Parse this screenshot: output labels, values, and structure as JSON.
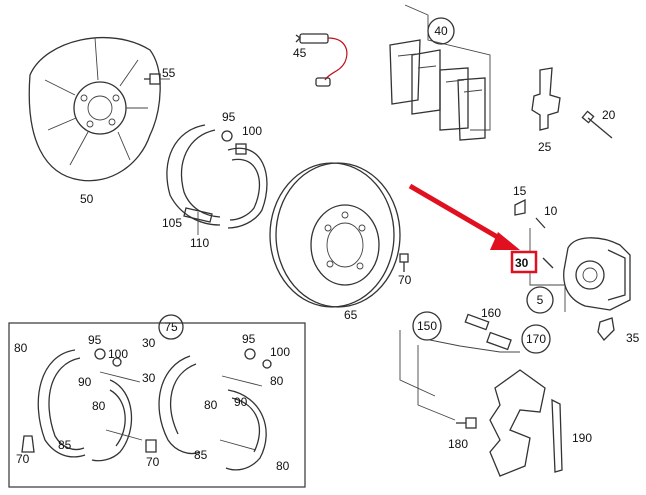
{
  "callouts": {
    "c45": "45",
    "c40": "40",
    "c55": "55",
    "c95a": "95",
    "c100a": "100",
    "c20": "20",
    "c25": "25",
    "c50": "50",
    "c15": "15",
    "c10": "10",
    "c105": "105",
    "c110": "110",
    "c30": "30",
    "c70a": "70",
    "c5": "5",
    "c65": "65",
    "c35": "35",
    "c160": "160",
    "c150": "150",
    "c170": "170",
    "c180": "180",
    "c190": "190",
    "c75": "75",
    "k80a": "80",
    "k95a": "95",
    "k100a": "100",
    "k30a": "30",
    "k30b": "30",
    "k95b": "95",
    "k100b": "100",
    "k80b": "80",
    "k90a": "90",
    "k80c": "80",
    "k80d": "80",
    "k90b": "90",
    "k85a": "85",
    "k70a": "70",
    "k70b": "70",
    "k85b": "85",
    "k80e": "80"
  },
  "highlight": {
    "color": "#e01020",
    "target": "30"
  },
  "colors": {
    "line": "#333333",
    "accent_red": "#c0101a"
  }
}
